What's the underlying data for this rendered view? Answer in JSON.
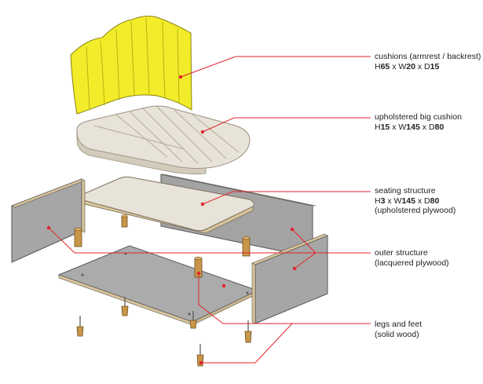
{
  "colors": {
    "leader": "#e3242b",
    "cushion_yellow": "#f2ec2a",
    "cushion_yellow_dark": "#c9c215",
    "upholstery": "#e8e3d8",
    "upholstery_dark": "#c9c0ad",
    "plywood": "#9e9e9e",
    "plywood_light": "#b2b2b2",
    "edge": "#d8c49a",
    "wood": "#c8964a"
  },
  "labels": [
    {
      "id": "cushions",
      "name": "cushions (armrest / backrest)",
      "dims": [
        {
          "k": "H",
          "v": "65"
        },
        {
          "k": " x W",
          "v": "20"
        },
        {
          "k": " x D",
          "v": "15"
        }
      ]
    },
    {
      "id": "big-cushion",
      "name": "upholstered big cushion",
      "dims": [
        {
          "k": "H",
          "v": "15"
        },
        {
          "k": " x W",
          "v": "145"
        },
        {
          "k": " x D",
          "v": "80"
        }
      ]
    },
    {
      "id": "seating",
      "name": "seating structure",
      "dims": [
        {
          "k": "H",
          "v": "3"
        },
        {
          "k": " x W",
          "v": "145"
        },
        {
          "k": " x D",
          "v": "80"
        }
      ],
      "note": "(upholstered plywood)"
    },
    {
      "id": "outer",
      "name": "outer structure",
      "note": "(lacquered plywood)"
    },
    {
      "id": "legs",
      "name": "legs and feet",
      "note": "(solid wood)"
    }
  ]
}
